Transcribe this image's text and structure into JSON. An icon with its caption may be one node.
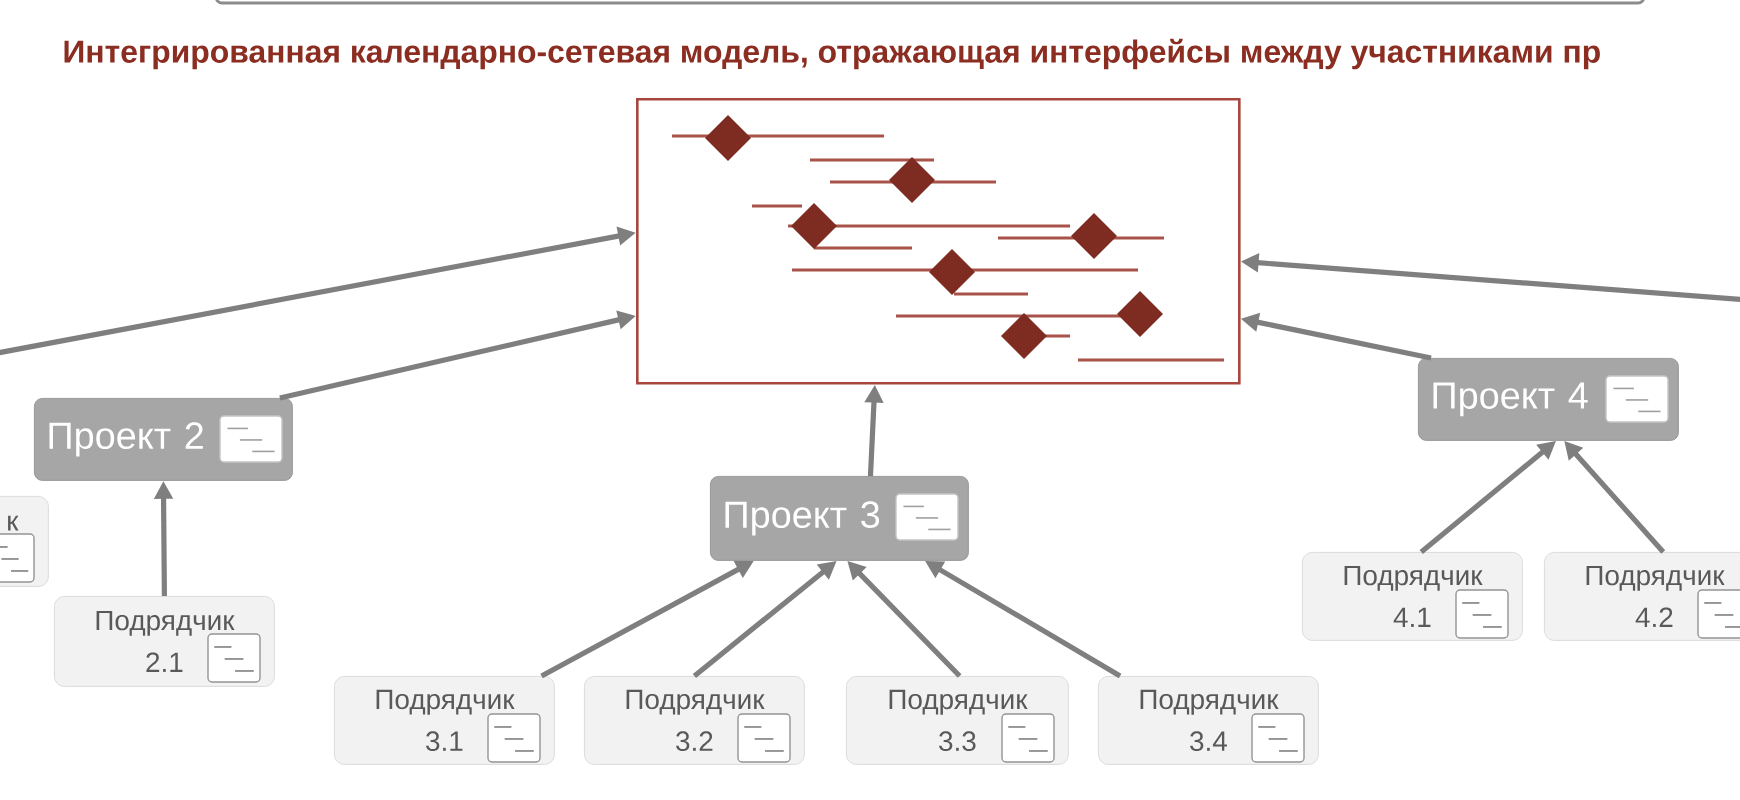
{
  "diagram": {
    "title": "Интегрированная календарно-сетевая модель, отражающая интерфейсы между участниками пр",
    "nodes": [
      {
        "text": [],
        "shape": "box"
      },
      {
        "text": [
          "Проект 2"
        ]
      },
      {
        "text": [
          "Проект 3"
        ]
      },
      {
        "text": [
          "Проект 4"
        ]
      },
      {
        "text": [
          "к"
        ]
      },
      {
        "text": [
          "Подрядчик 2.1"
        ]
      },
      {
        "text": [
          "Подрядчик 3.1"
        ]
      },
      {
        "text": [
          "Подрядчик 3.2"
        ]
      },
      {
        "text": [
          "Подрядчик 3.3"
        ]
      },
      {
        "text": [
          "Подрядчик 3.4"
        ]
      },
      {
        "text": [
          "Подрядчик 4.1"
        ]
      },
      {
        "text": [
          "Подрядчик 4.2"
        ]
      }
    ],
    "edges": [
      {
        "from": null,
        "to": 0,
        "arrow": "to"
      },
      {
        "from": 1,
        "to": 0,
        "arrow": "to"
      },
      {
        "from": 2,
        "to": 0,
        "arrow": "to"
      },
      {
        "from": 3,
        "to": 0,
        "arrow": "to"
      },
      {
        "from": null,
        "to": 0,
        "arrow": "to"
      },
      {
        "from": 5,
        "to": 1,
        "arrow": "to"
      },
      {
        "from": 6,
        "to": 2,
        "arrow": "to"
      },
      {
        "from": 7,
        "to": 2,
        "arrow": "to"
      },
      {
        "from": 8,
        "to": 2,
        "arrow": "to"
      },
      {
        "from": 9,
        "to": 2,
        "arrow": "to"
      },
      {
        "from": 10,
        "to": 3,
        "arrow": "to"
      },
      {
        "from": 11,
        "to": 3,
        "arrow": "to"
      }
    ]
  }
}
